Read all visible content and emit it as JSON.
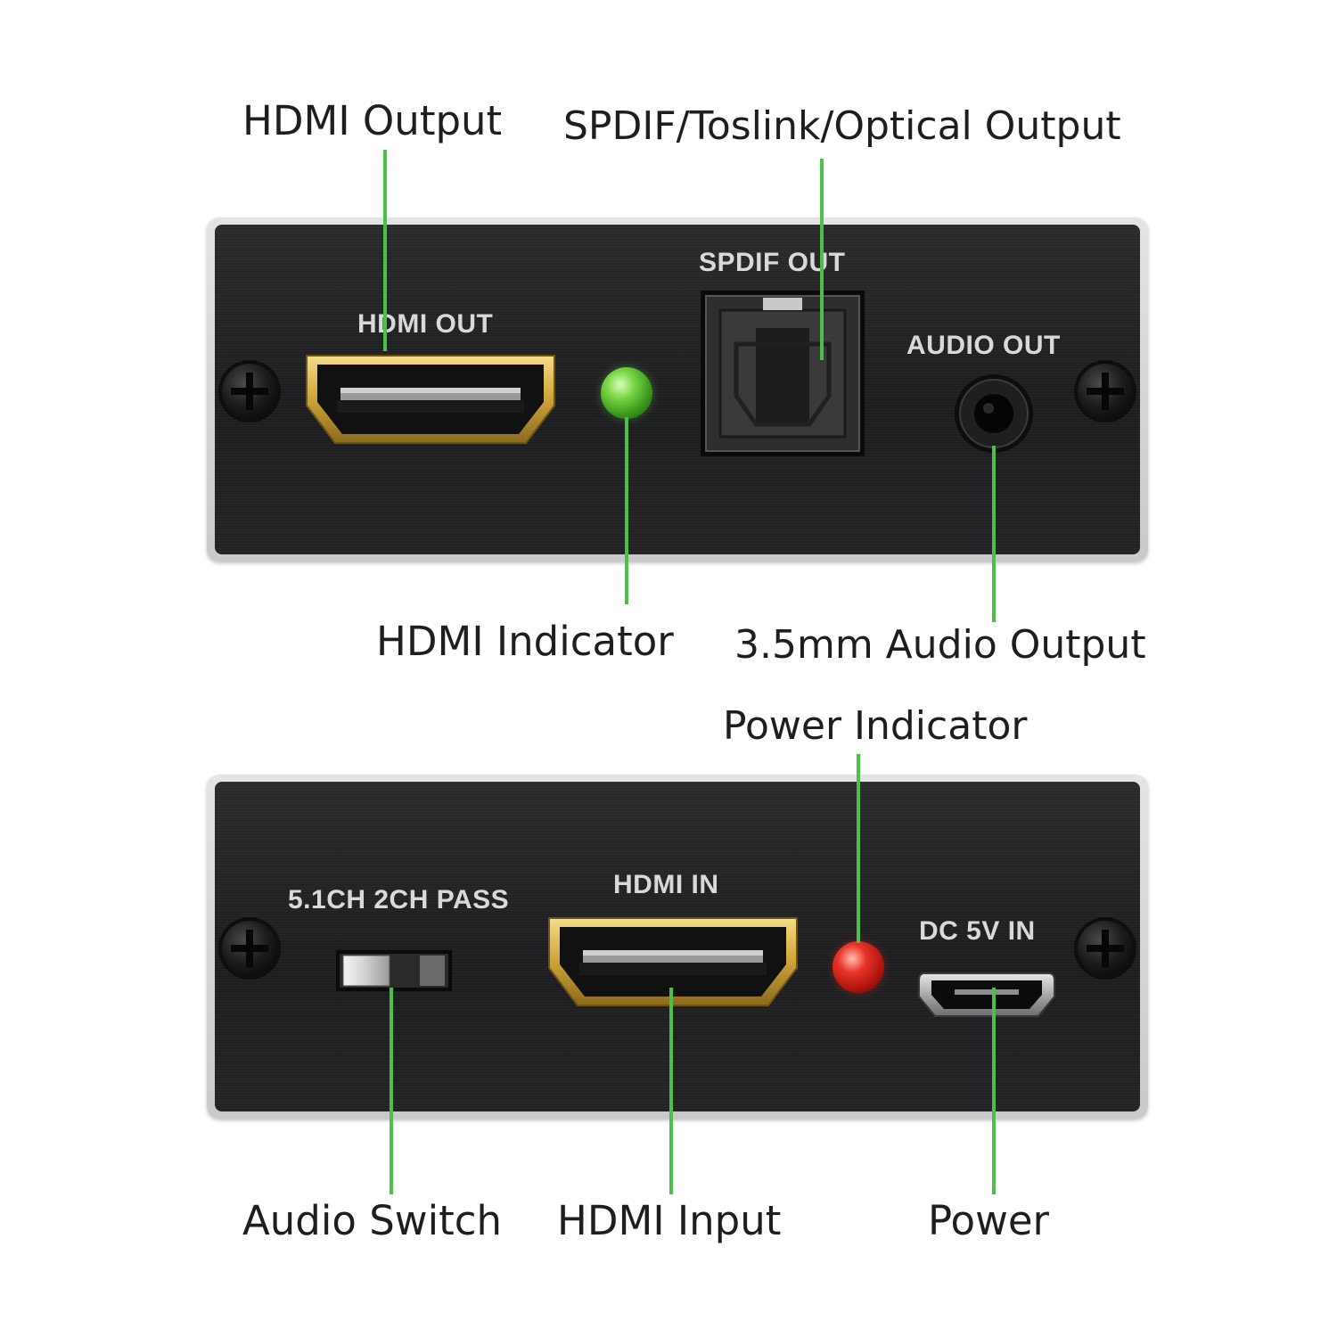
{
  "colors": {
    "leader_line": "#49c048",
    "panel_face": "#222224",
    "panel_frame": "#d4d4d4",
    "silk_text": "#d9d9d9",
    "hdmi_gold": "#d8b24a",
    "led_green": "#5fc832",
    "led_red": "#e02a20"
  },
  "top_panel": {
    "callouts": {
      "hdmi_output": "HDMI Output",
      "optical_output": "SPDIF/Toslink/Optical Output",
      "hdmi_indicator": "HDMI Indicator",
      "audio_output": "3.5mm Audio Output"
    },
    "silkscreen": {
      "hdmi_out": "HDMI OUT",
      "spdif_out": "SPDIF OUT",
      "audio_out": "AUDIO OUT"
    }
  },
  "bottom_panel": {
    "callouts": {
      "power_indicator": "Power Indicator",
      "audio_switch": "Audio Switch",
      "hdmi_input": "HDMI Input",
      "power": "Power"
    },
    "silkscreen": {
      "switch_modes": "5.1CH 2CH PASS",
      "hdmi_in": "HDMI IN",
      "dc_in": "DC 5V IN"
    }
  },
  "icons": [
    "screw-icon",
    "hdmi-port-icon",
    "optical-port-icon",
    "audio-jack-icon",
    "slide-switch-icon",
    "micro-usb-port-icon",
    "led-icon"
  ]
}
